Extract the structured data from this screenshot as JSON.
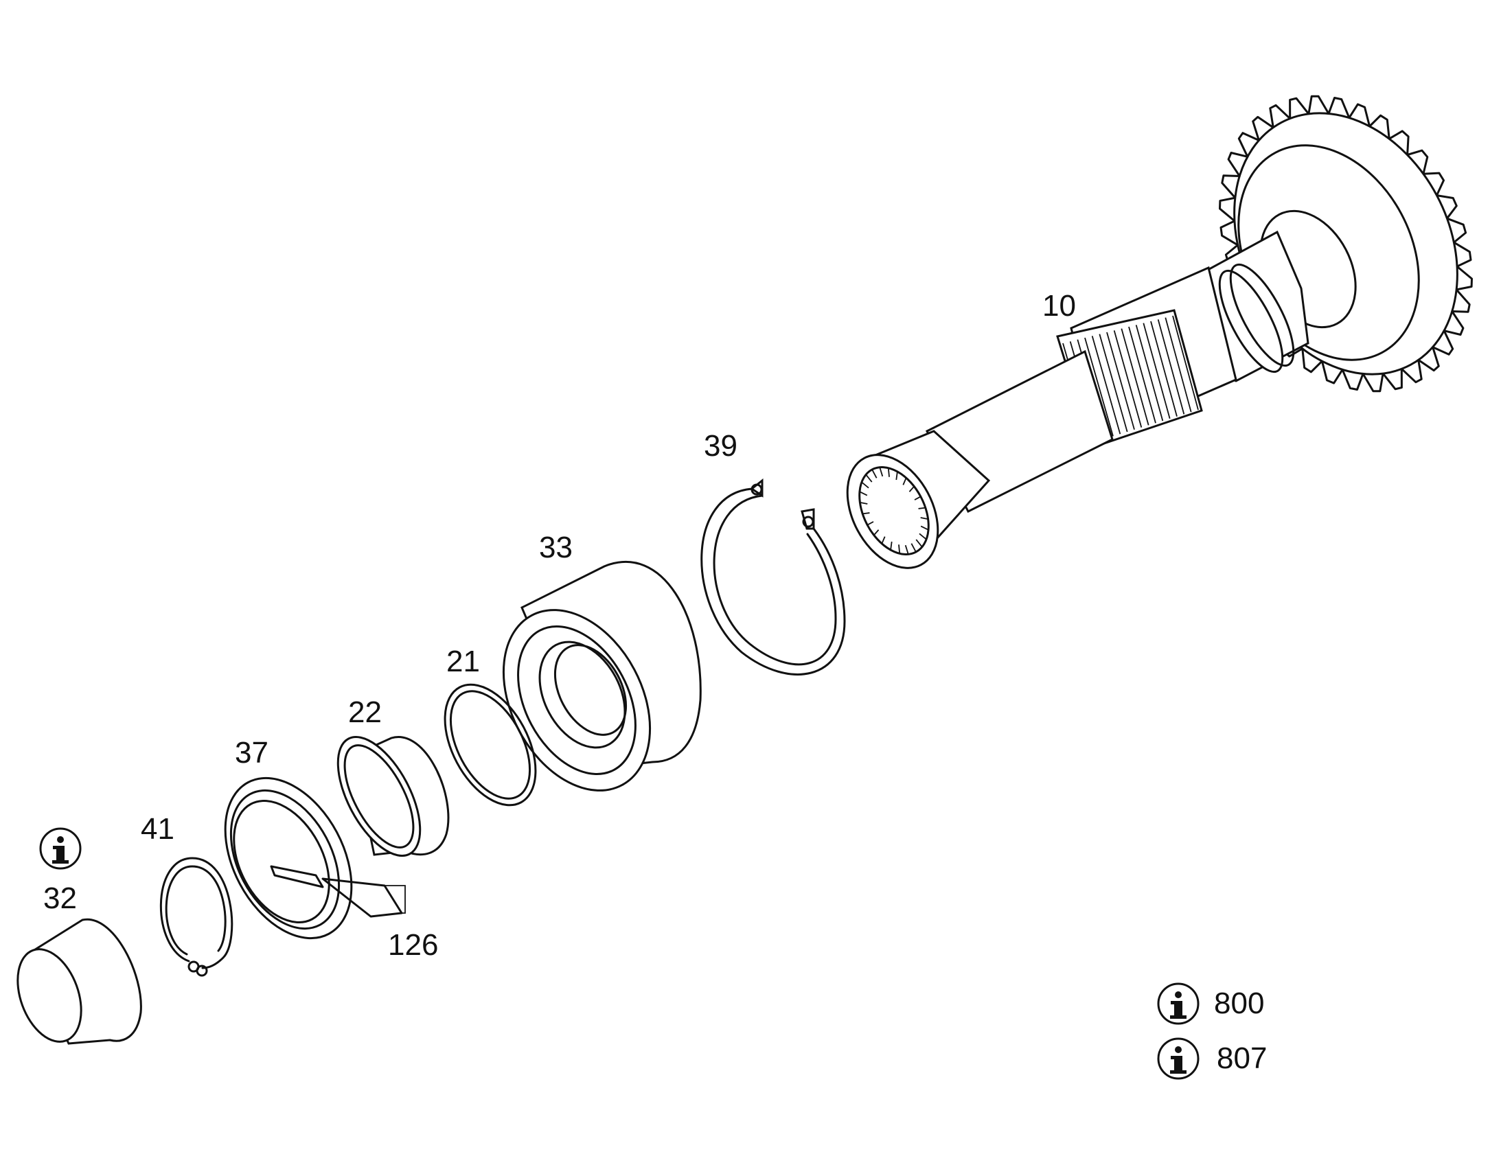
{
  "parts": [
    {
      "id": "p10",
      "label": "10"
    },
    {
      "id": "p39",
      "label": "39"
    },
    {
      "id": "p33",
      "label": "33"
    },
    {
      "id": "p21",
      "label": "21"
    },
    {
      "id": "p22",
      "label": "22"
    },
    {
      "id": "p37",
      "label": "37"
    },
    {
      "id": "p41",
      "label": "41"
    },
    {
      "id": "p32",
      "label": "32"
    },
    {
      "id": "p126",
      "label": "126"
    }
  ],
  "info_notes": [
    {
      "label": "800"
    },
    {
      "label": "807"
    }
  ],
  "icons": {
    "info": "info-circle-icon"
  },
  "colors": {
    "line": "#111111",
    "background": "#ffffff"
  }
}
